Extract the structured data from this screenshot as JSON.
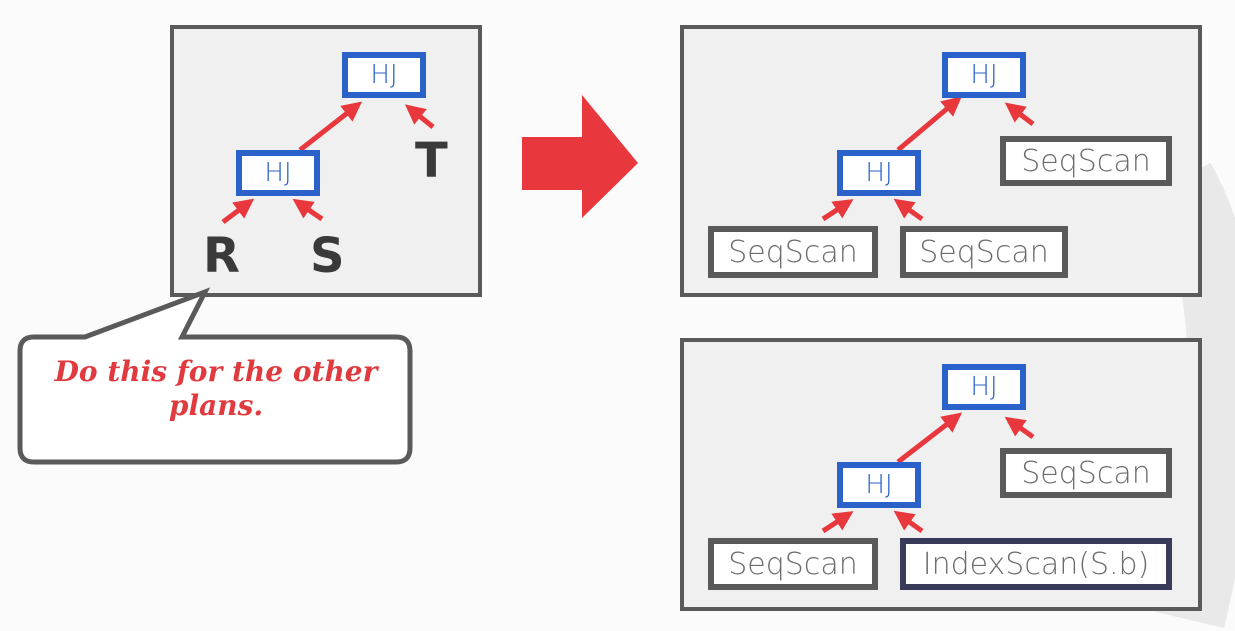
{
  "colors": {
    "arrow": "#e8383d",
    "hj_border": "#2b62c9",
    "panel_border": "#5a5a5a",
    "index_border": "#3a3a5a"
  },
  "left_plan": {
    "join_top": "HJ",
    "join_bottom": "HJ",
    "rel_r": "R",
    "rel_s": "S",
    "rel_t": "T"
  },
  "plan_a": {
    "join_top": "HJ",
    "join_bottom": "HJ",
    "scan_t": "SeqScan",
    "scan_r": "SeqScan",
    "scan_s": "SeqScan"
  },
  "plan_b": {
    "join_top": "HJ",
    "join_bottom": "HJ",
    "scan_t": "SeqScan",
    "scan_r": "SeqScan",
    "scan_s": "IndexScan(S.b)"
  },
  "callout": {
    "line1": "Do this for the other",
    "line2": "plans."
  }
}
